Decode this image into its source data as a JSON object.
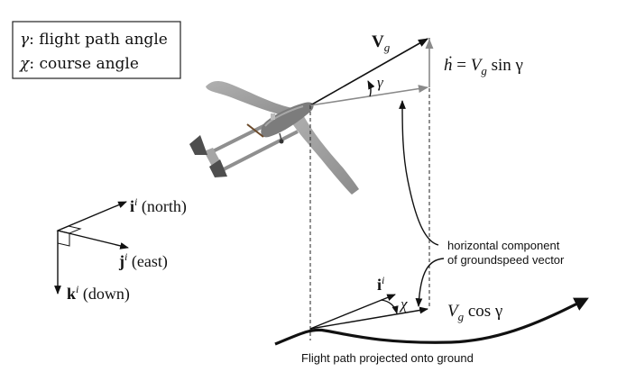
{
  "legend": {
    "items": [
      {
        "symbol": "γ",
        "label": ": flight path angle"
      },
      {
        "symbol": "χ",
        "label": ": course angle"
      }
    ]
  },
  "vectors": {
    "groundspeed": {
      "base": "V",
      "sub": "g"
    },
    "vertical_rate": {
      "lhs": "ḣ",
      "eq": " = ",
      "rhs_base": "V",
      "rhs_sub": "g",
      "rhs_tail": " sin γ"
    },
    "horizontal": {
      "base": "V",
      "sub": "g",
      "tail": " cos γ"
    },
    "gamma_label": "γ",
    "chi_label": "χ",
    "north_short": {
      "base": "i",
      "sup": "i"
    }
  },
  "frame": {
    "north": {
      "base": "i",
      "sup": "i",
      "label": " (north)"
    },
    "east": {
      "base": "j",
      "sup": "i",
      "label": " (east)"
    },
    "down": {
      "base": "k",
      "sup": "i",
      "label": " (down)"
    }
  },
  "annotations": {
    "horizontal_line1": "horizontal component",
    "horizontal_line2": "of groundspeed vector",
    "ground_path": "Flight path projected onto ground"
  },
  "colors": {
    "ink": "#111111",
    "gray_vector": "#8a8a8a",
    "aircraft": "#9a9a9a",
    "aircraft_dark": "#5a5a5a"
  }
}
